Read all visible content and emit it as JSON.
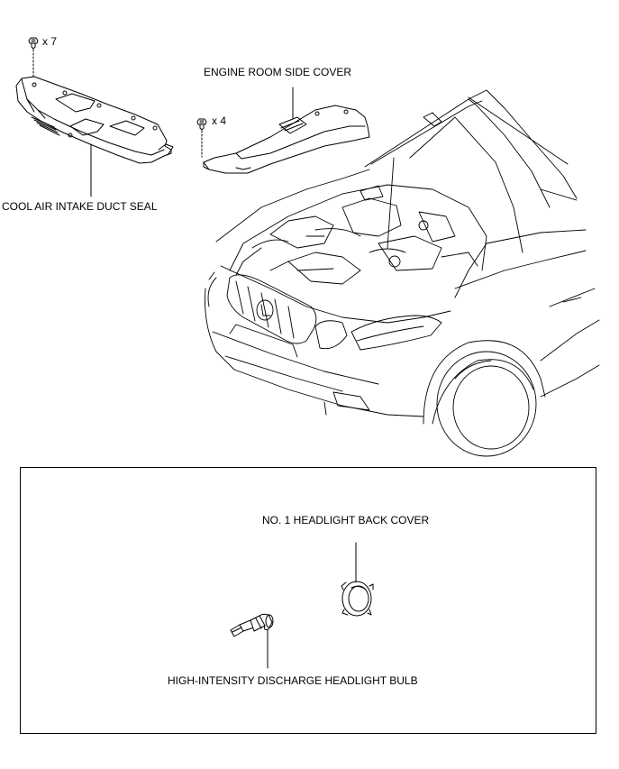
{
  "colors": {
    "line": "#000000",
    "background": "#ffffff",
    "part_fill": "#ffffff"
  },
  "icons": {
    "clip": "push-clip-icon",
    "vehicle": "vehicle-front-icon",
    "headlight_bulb": "hid-bulb-icon",
    "back_cover": "headlight-back-cover-icon"
  },
  "callouts": {
    "clip_group_1": {
      "quantity": "x 7"
    },
    "clip_group_2": {
      "quantity": "x 4"
    }
  },
  "labels": {
    "engine_room_side_cover": "ENGINE ROOM SIDE COVER",
    "cool_air_intake_duct_seal": "COOL AIR INTAKE DUCT SEAL",
    "no1_headlight_back_cover": "NO. 1 HEADLIGHT BACK COVER",
    "hid_headlight_bulb": "HIGH-INTENSITY DISCHARGE HEADLIGHT BULB"
  }
}
